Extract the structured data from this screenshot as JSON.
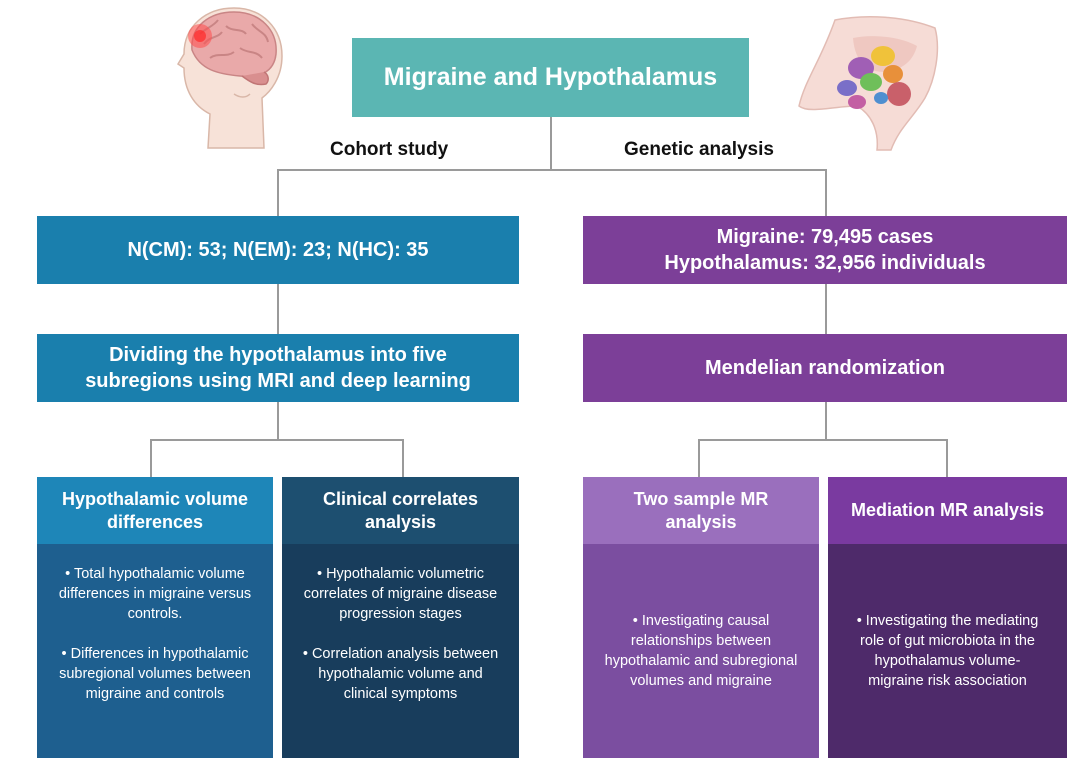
{
  "title": "Migraine and Hypothalamus",
  "branches": {
    "left": "Cohort study",
    "right": "Genetic analysis"
  },
  "cohort": {
    "sample": "N(CM): 53; N(EM): 23; N(HC): 35",
    "method_lines": [
      "Dividing the hypothalamus into five",
      "subregions using MRI and deep learning"
    ],
    "panels": [
      {
        "title_lines": [
          "Hypothalamic volume",
          "differences"
        ],
        "bullets": [
          "• Total hypothalamic volume differences in migraine versus controls.",
          "• Differences in hypothalamic subregional volumes between migraine and controls"
        ]
      },
      {
        "title_lines": [
          "Clinical correlates",
          "analysis"
        ],
        "bullets": [
          "• Hypothalamic volumetric correlates of migraine disease progression stages",
          "• Correlation analysis between hypothalamic volume and clinical symptoms"
        ]
      }
    ]
  },
  "genetic": {
    "sample_lines": [
      "Migraine: 79,495 cases",
      "Hypothalamus: 32,956 individuals"
    ],
    "method": "Mendelian randomization",
    "panels": [
      {
        "title_lines": [
          "Two sample MR",
          "analysis"
        ],
        "bullets": [
          "• Investigating causal relationships between hypothalamic and subregional volumes and migraine"
        ]
      },
      {
        "title_lines": [
          "Mediation MR analysis"
        ],
        "bullets": [
          "• Investigating the mediating role of gut microbiota in the hypothalamus volume-migraine risk association"
        ]
      }
    ]
  },
  "icons": {
    "left": "human-head-brain-icon",
    "right": "hypothalamus-nuclei-icon"
  },
  "colors": {
    "teal_title": "#5bb6b3",
    "blue_main": "#1a7fad",
    "blue_panel_head": "#1e86b8",
    "blue_panel_body": "#1e5f8f",
    "navy_panel_head": "#1d4f70",
    "navy_panel_body": "#183d5c",
    "purple_main": "#7c3f98",
    "purple_light_head": "#9a6fbd",
    "purple_light_body": "#7b4ea0",
    "purple_dark_head": "#7a3aa0",
    "purple_dark_body": "#4e2a6a",
    "connector": "#9a9a9a"
  }
}
